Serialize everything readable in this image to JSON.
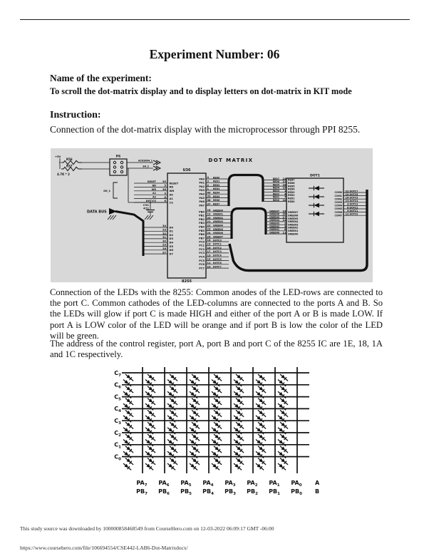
{
  "page": {
    "title": "Experiment Number: 06",
    "name_heading": "Name of the experiment:",
    "name_text": "To scroll the dot-matrix display and to display letters on dot-matrix in KIT mode",
    "instruction_heading": "Instruction:",
    "instruction_text": "Connection of the dot-matrix display with the microprocessor through PPI 8255.",
    "paragraphs": [
      "Connection of the LEDs with the 8255: Common anodes of the LED-rows are connected to the port C. Common cathodes of the LED-columns are connected to the ports A and B. So the LEDs will glow if port C is made HIGH and either of the port A or B is made LOW. If port A is LOW color of the LED will be orange and if port B is low the color of the LED will be green.",
      "The address of the control register, port A, port B and port C of the 8255 IC are 1E, 18, 1A and 1C respectively."
    ],
    "footer": {
      "download_note": "This study source was downloaded by 100000858468549 from CourseHero.com on 12-03-2022 06:09:17 GMT -06:00",
      "url": "https://www.coursehero.com/file/106694554/CSE442-LAB6-Dot-Matrixdocx/"
    }
  },
  "schematic": {
    "bg_color": "#d8d8d8",
    "title": "DOT MATRIX",
    "power_label": "+5V",
    "resistors": [
      "R56",
      "R57"
    ],
    "resistor_value": "4.7K * 2",
    "connector_ref": "P6",
    "net_flags_top": [
      "ACK3804_1",
      "SH_2"
    ],
    "sheet_ref": "SH_1",
    "data_bus_label": "DATA BUS",
    "capacitor_ref": "C91",
    "capacitor_value": "471",
    "u36": {
      "ref": "U36",
      "part": "8255",
      "control": [
        {
          "flag": "RESET",
          "pin": "35",
          "name": "RESET"
        },
        {
          "flag": "RD",
          "pin": "5",
          "name": "RD"
        },
        {
          "flag": "WR",
          "pin": "36",
          "name": "WR"
        },
        {
          "flag": "A1",
          "pin": "9",
          "name": "A0"
        },
        {
          "flag": "A2",
          "pin": "8",
          "name": "A1"
        },
        {
          "flag": "DOT/CS",
          "pin": "6",
          "name": "CS"
        }
      ],
      "data": [
        {
          "pin": "34",
          "name": "D0"
        },
        {
          "pin": "33",
          "name": "D1"
        },
        {
          "pin": "32",
          "name": "D2"
        },
        {
          "pin": "31",
          "name": "D3"
        },
        {
          "pin": "30",
          "name": "D4"
        },
        {
          "pin": "29",
          "name": "D5"
        },
        {
          "pin": "28",
          "name": "D6"
        },
        {
          "pin": "27",
          "name": "D7"
        }
      ],
      "porta": [
        {
          "name": "PA0",
          "pin": "4",
          "net": "RED0"
        },
        {
          "name": "PA1",
          "pin": "3",
          "net": "RED1"
        },
        {
          "name": "PA2",
          "pin": "2",
          "net": "RED2"
        },
        {
          "name": "PA3",
          "pin": "1",
          "net": "RED3"
        },
        {
          "name": "PA4",
          "pin": "40",
          "net": "RED4"
        },
        {
          "name": "PA5",
          "pin": "39",
          "net": "RED5"
        },
        {
          "name": "PA6",
          "pin": "38",
          "net": "RED6"
        },
        {
          "name": "PA7",
          "pin": "37",
          "net": "RED7"
        }
      ],
      "portb": [
        {
          "name": "PB0",
          "pin": "18",
          "net": "GREEN0"
        },
        {
          "name": "PB1",
          "pin": "19",
          "net": "GREEN1"
        },
        {
          "name": "PB2",
          "pin": "20",
          "net": "GREEN2"
        },
        {
          "name": "PB3",
          "pin": "21",
          "net": "GREEN3"
        },
        {
          "name": "PB4",
          "pin": "22",
          "net": "GREEN4"
        },
        {
          "name": "PB5",
          "pin": "23",
          "net": "GREEN5"
        },
        {
          "name": "PB6",
          "pin": "24",
          "net": "GREEN6"
        },
        {
          "name": "PB7",
          "pin": "25",
          "net": "GREEN7"
        }
      ],
      "portc": [
        {
          "name": "PC0",
          "pin": "14",
          "net": "DOTC0"
        },
        {
          "name": "PC1",
          "pin": "15",
          "net": "DOTC1"
        },
        {
          "name": "PC2",
          "pin": "16",
          "net": "DOTC2"
        },
        {
          "name": "PC3",
          "pin": "17",
          "net": "DOTC3"
        },
        {
          "name": "PC4",
          "pin": "13",
          "net": "DOTC4"
        },
        {
          "name": "PC5",
          "pin": "12",
          "net": "DOTC5"
        },
        {
          "name": "PC6",
          "pin": "11",
          "net": "DOTC6"
        },
        {
          "name": "PC7",
          "pin": "10",
          "net": "DOTC7"
        }
      ]
    },
    "dot1": {
      "ref": "DOT1",
      "red": [
        {
          "name": "RED7",
          "pin": "24"
        },
        {
          "name": "RED6",
          "pin": "21"
        },
        {
          "name": "RED5",
          "pin": "18"
        },
        {
          "name": "RED4",
          "pin": "15"
        },
        {
          "name": "RED3",
          "pin": "1"
        },
        {
          "name": "RED2",
          "pin": "4"
        },
        {
          "name": "RED1",
          "pin": "7"
        },
        {
          "name": "RED0",
          "pin": "10"
        }
      ],
      "green": [
        {
          "name": "GREEN7",
          "pin": "23"
        },
        {
          "name": "GREEN6",
          "pin": "20"
        },
        {
          "name": "GREEN5",
          "pin": "17"
        },
        {
          "name": "GREEN4",
          "pin": "14"
        },
        {
          "name": "GREEN3",
          "pin": "2"
        },
        {
          "name": "GREEN2",
          "pin": "5"
        },
        {
          "name": "GREEN1",
          "pin": "8"
        },
        {
          "name": "GREEN0",
          "pin": "11"
        }
      ],
      "com": [
        {
          "name": "COM0",
          "pin": "22",
          "net": "DOTC7"
        },
        {
          "name": "COM1",
          "pin": "19",
          "net": "DOTC6"
        },
        {
          "name": "COM2",
          "pin": "16",
          "net": "DOTC5"
        },
        {
          "name": "COM3",
          "pin": "13",
          "net": "DOTC4"
        },
        {
          "name": "COM4",
          "pin": "3",
          "net": "DOTC3"
        },
        {
          "name": "COM5",
          "pin": "6",
          "net": "DOTC2"
        },
        {
          "name": "COM6",
          "pin": "9",
          "net": "DOTC1"
        },
        {
          "name": "COM7",
          "pin": "12",
          "net": "DOTC0"
        }
      ]
    }
  },
  "matrix": {
    "row_labels": [
      {
        "base": "C",
        "sub": "7"
      },
      {
        "base": "C",
        "sub": "6"
      },
      {
        "base": "C",
        "sub": "5"
      },
      {
        "base": "C",
        "sub": "4"
      },
      {
        "base": "C",
        "sub": "3"
      },
      {
        "base": "C",
        "sub": "2"
      },
      {
        "base": "C",
        "sub": "1"
      },
      {
        "base": "C",
        "sub": "0"
      }
    ],
    "col_labels": [
      {
        "a": "PA",
        "b": "PB",
        "sub": "7"
      },
      {
        "a": "PA",
        "b": "PB",
        "sub": "6"
      },
      {
        "a": "PA",
        "b": "PB",
        "sub": "5"
      },
      {
        "a": "PA",
        "b": "PB",
        "sub": "4"
      },
      {
        "a": "PA",
        "b": "PB",
        "sub": "3"
      },
      {
        "a": "PA",
        "b": "PB",
        "sub": "2"
      },
      {
        "a": "PA",
        "b": "PB",
        "sub": "1"
      },
      {
        "a": "PA",
        "b": "PB",
        "sub": "0"
      }
    ],
    "legend": {
      "a": "A",
      "b": "B"
    }
  }
}
